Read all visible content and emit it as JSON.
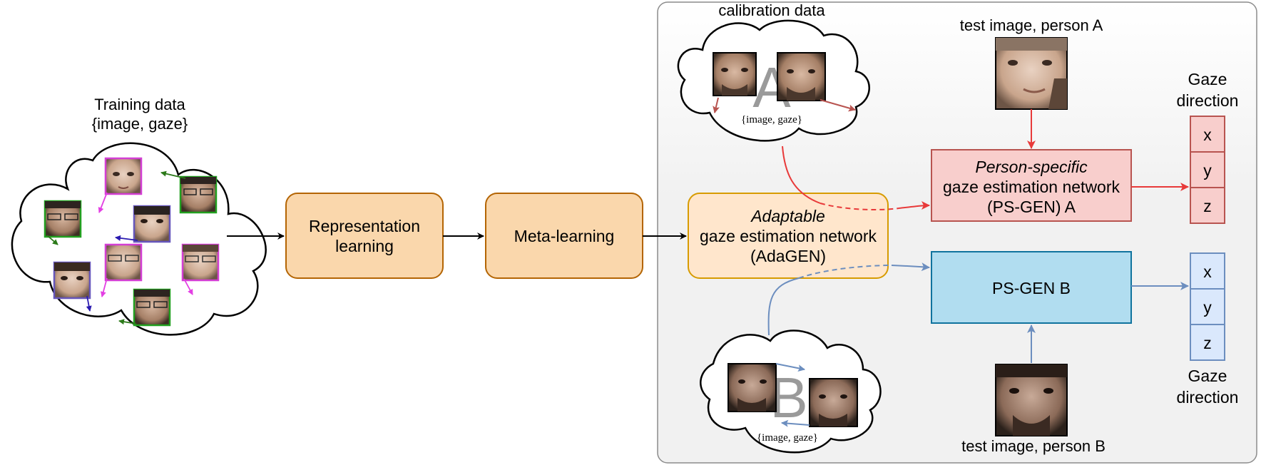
{
  "training": {
    "label_line1": "Training data",
    "label_line2": "{image, gaze}"
  },
  "boxes": {
    "representation_line1": "Representation",
    "representation_line2": "learning",
    "meta": "Meta-learning",
    "adaptable_line1": "Adaptable",
    "adaptable_line2": "gaze estimation network",
    "adaptable_line3": "(AdaGEN)",
    "psgen_a_line1": "Person-specific",
    "psgen_a_line2": "gaze estimation network",
    "psgen_a_line3": "(PS-GEN) A",
    "psgen_b": "PS-GEN B"
  },
  "calibration": {
    "title": "calibration data",
    "cloud_a_letter": "A",
    "cloud_a_caption": "{image, gaze}",
    "cloud_b_letter": "B",
    "cloud_b_caption": "{image, gaze}"
  },
  "test": {
    "person_a": "test image, person A",
    "person_b": "test image, person B"
  },
  "output": {
    "gaze_line1": "Gaze",
    "gaze_line2": "direction",
    "axes": [
      "x",
      "y",
      "z"
    ]
  },
  "colors": {
    "orange_fill": "#fad7ac",
    "orange_stroke": "#b46504",
    "light_orange_fill": "#ffe6cc",
    "light_orange_stroke": "#d79b00",
    "red_fill": "#f8cecc",
    "red_stroke": "#b85450",
    "red_arrow": "#e83a3a",
    "blue_fill": "#b1ddf0",
    "blue_stroke": "#10739e",
    "light_blue_fill": "#dae8fc",
    "blue_arrow": "#6c8ebf",
    "face_green": "#22a020",
    "face_magenta": "#d33fd3",
    "face_purple": "#6656bb"
  }
}
